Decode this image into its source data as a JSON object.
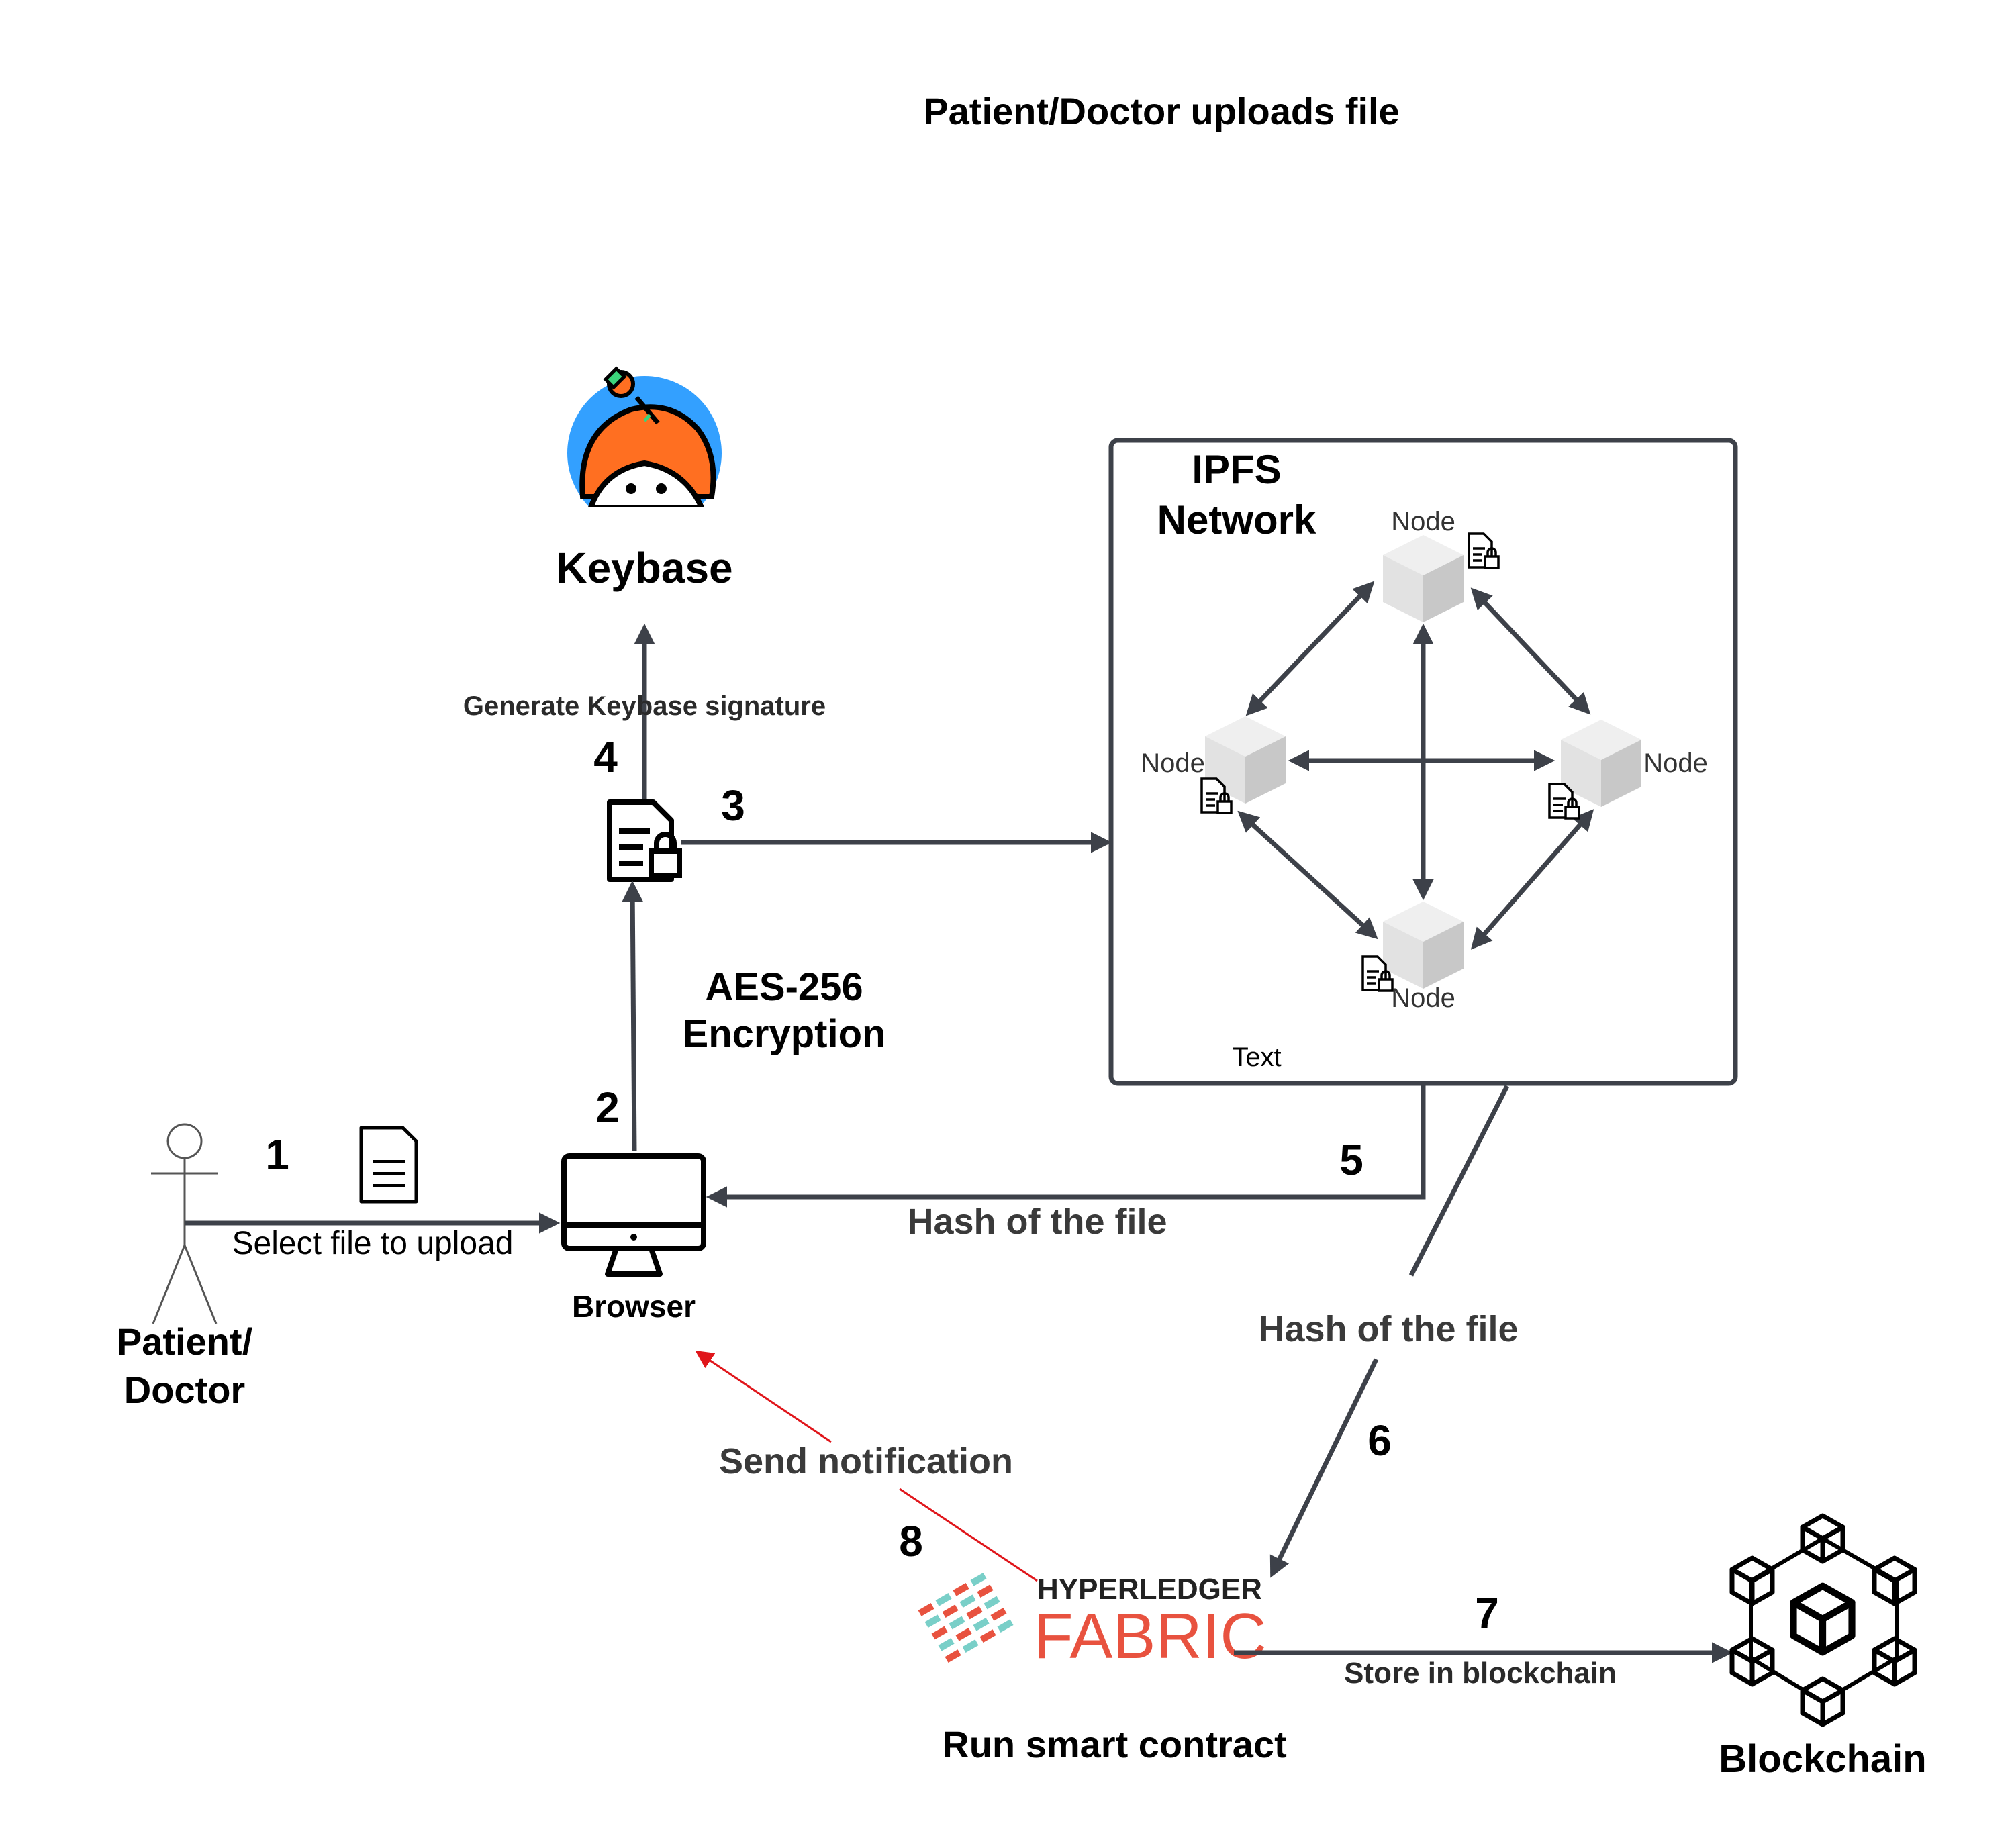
{
  "title": "Patient/Doctor uploads file",
  "actors": {
    "patient_line1": "Patient/",
    "patient_line2": "Doctor",
    "browser": "Browser",
    "keybase": "Keybase",
    "blockchain": "Blockchain"
  },
  "steps": {
    "s1": "1",
    "s2": "2",
    "s3": "3",
    "s4": "4",
    "s5": "5",
    "s6": "6",
    "s7": "7",
    "s8": "8"
  },
  "edge_labels": {
    "select_file": "Select file to upload",
    "generate_signature": "Generate Keybase signature",
    "encryption_line1": "AES-256",
    "encryption_line2": "Encryption",
    "hash_to_browser": "Hash of the file",
    "hash_to_fabric": "Hash of the file",
    "store_blockchain": "Store in blockchain",
    "send_notification": "Send notification",
    "run_contract": "Run smart contract"
  },
  "ipfs": {
    "title_line1": "IPFS",
    "title_line2": "Network",
    "node_top": "Node",
    "node_left": "Node",
    "node_right": "Node",
    "node_bottom": "Node",
    "footer_text": "Text"
  },
  "fabric_logo": {
    "line1": "HYPERLEDGER",
    "line2": "FABRIC"
  },
  "colors": {
    "edge": "#3d4149",
    "notification_edge": "#e0161b",
    "fabric_red": "#e8523f",
    "fabric_teal": "#79cfc8",
    "keybase_blue": "#33a0ff",
    "keybase_orange": "#ff6f21"
  }
}
